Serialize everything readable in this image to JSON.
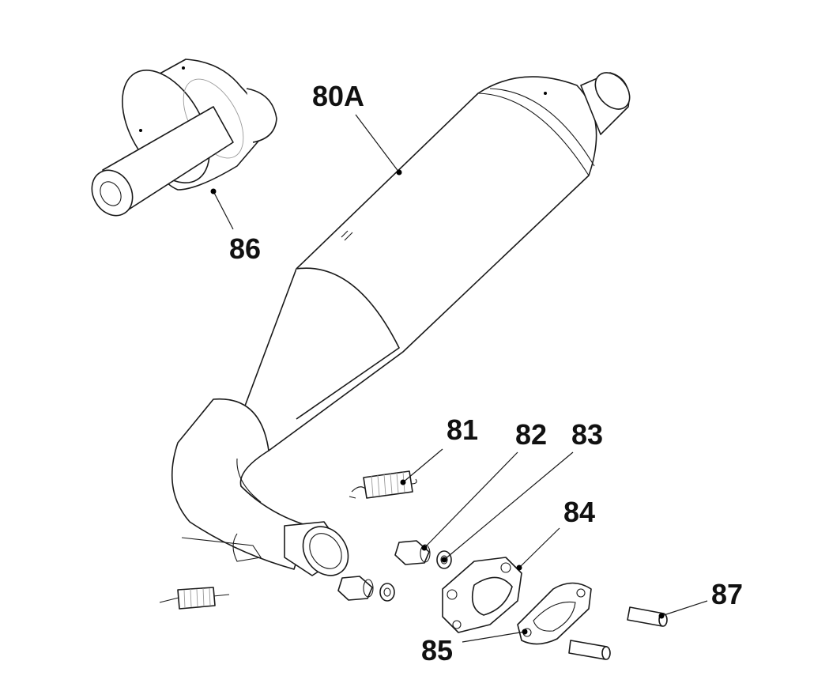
{
  "callouts": {
    "muffler": "80A",
    "spring_upper": "81",
    "nut": "82",
    "washer": "83",
    "flange": "84",
    "gasket": "85",
    "end_cap": "86",
    "stud": "87"
  },
  "colors": {
    "line": "#1a1a1a",
    "background": "#ffffff"
  }
}
